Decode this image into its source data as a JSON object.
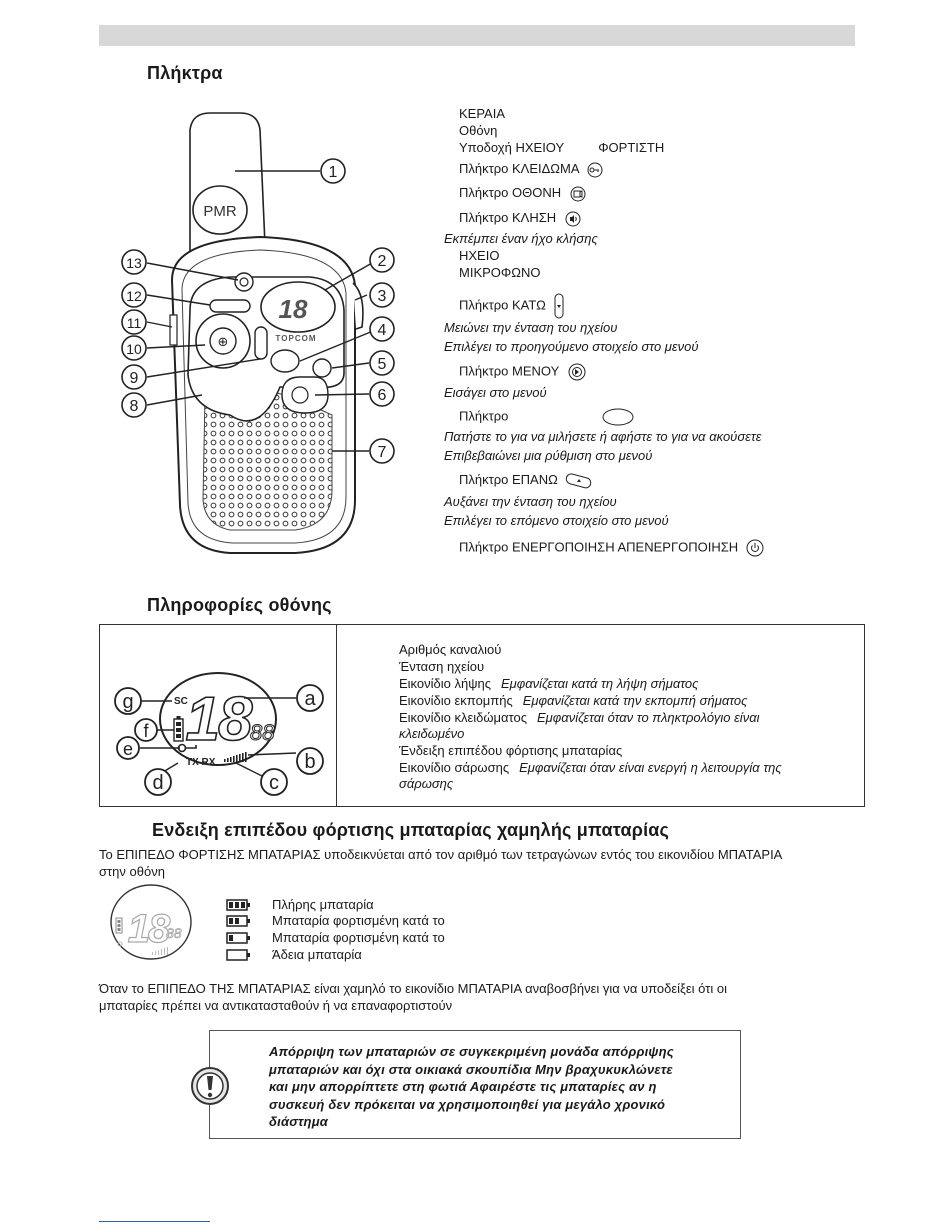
{
  "section_keys": {
    "title": "Πλήκτρα",
    "items": [
      {
        "text": "ΚΕΡΑΙΑ",
        "italic": false,
        "icon": ""
      },
      {
        "text": "Οθόνη",
        "italic": false,
        "icon": ""
      },
      {
        "text": "Υποδοχή ΗΧΕΙΟΥ",
        "text2": "ΦΟΡΤΙΣΤΗ",
        "italic": false,
        "icon": ""
      },
      {
        "text": "Πλήκτρο ΚΛΕΙΔΩΜΑ",
        "italic": false,
        "icon": "key-lock-icon"
      },
      {
        "text": "Πλήκτρο ΟΘΟΝΗ",
        "italic": false,
        "icon": "display-icon"
      },
      {
        "text": "Πλήκτρο ΚΛΗΣΗ",
        "italic": false,
        "icon": "call-icon"
      },
      {
        "text": "Εκπέμπει έναν ήχο κλήσης",
        "italic": true,
        "icon": ""
      },
      {
        "text": "ΗΧΕΙΟ",
        "italic": false,
        "icon": ""
      },
      {
        "text": "ΜΙΚΡΟΦΩΝΟ",
        "italic": false,
        "icon": ""
      },
      {
        "text": "Πλήκτρο ΚΑΤΩ",
        "italic": false,
        "icon": "down-key-icon"
      },
      {
        "text": "Μειώνει την ένταση του ηχείου",
        "italic": true,
        "icon": ""
      },
      {
        "text": "Επιλέγει το προηγούμενο στοιχείο στο μενού",
        "italic": true,
        "icon": ""
      },
      {
        "text": "Πλήκτρο ΜΕΝΟΥ",
        "italic": false,
        "icon": "menu-icon"
      },
      {
        "text": "Εισάγει στο μενού",
        "italic": true,
        "icon": ""
      },
      {
        "text": "Πλήκτρο",
        "italic": false,
        "icon": "ptt-oval-icon"
      },
      {
        "text": "Πατήστε το για να μιλήσετε ή αφήστε το για να ακούσετε",
        "italic": true,
        "icon": ""
      },
      {
        "text": "Επιβεβαιώνει μια ρύθμιση στο μενού",
        "italic": true,
        "icon": ""
      },
      {
        "text": "Πλήκτρο ΕΠΑΝΩ",
        "italic": false,
        "icon": "up-key-icon"
      },
      {
        "text": "Αυξάνει την ένταση του ηχείου",
        "italic": true,
        "icon": ""
      },
      {
        "text": "Επιλέγει το επόμενο στοιχείο στο μενού",
        "italic": true,
        "icon": ""
      },
      {
        "text": "Πλήκτρο ΕΝΕΡΓΟΠΟΙΗΣΗ ΑΠΕΝΕΡΓΟΠΟΙΗΣΗ",
        "italic": false,
        "icon": "power-icon"
      }
    ],
    "device": {
      "brand_pmr": "PMR",
      "brand_topcom": "TOPCOM",
      "display_digits": "18",
      "callouts": [
        "1",
        "2",
        "3",
        "4",
        "5",
        "6",
        "7",
        "8",
        "9",
        "10",
        "11",
        "12",
        "13"
      ]
    }
  },
  "section_display": {
    "title": "Πληροφορίες οθόνης",
    "diagram": {
      "sc": "SC",
      "digits": "18",
      "small_digits": "88",
      "txrx": "TX RX",
      "letters": [
        "a",
        "b",
        "c",
        "d",
        "e",
        "f",
        "g"
      ]
    },
    "items": [
      {
        "label": "Αριθμός καναλιού",
        "note": ""
      },
      {
        "label": "Ένταση ηχείου",
        "note": ""
      },
      {
        "label": "Εικονίδιο λήψης",
        "note": "Εμφανίζεται κατά τη λήψη σήματος"
      },
      {
        "label": "Εικονίδιο εκπομπής",
        "note": "Εμφανίζεται κατά την εκπομπή σήματος"
      },
      {
        "label": "Εικονίδιο κλειδώματος",
        "note": "Εμφανίζεται όταν το πληκτρολόγιο είναι"
      },
      {
        "label": "",
        "note": "κλειδωμένο"
      },
      {
        "label": "Ένδειξη επιπέδου φόρτισης μπαταρίας",
        "note": ""
      },
      {
        "label": "Εικονίδιο σάρωσης",
        "note": "Εμφανίζεται όταν είναι ενεργή η λειτουργία της"
      },
      {
        "label": "",
        "note": "σάρωσης"
      }
    ]
  },
  "section_battery": {
    "title": "Ενδειξη επιπέδου φόρτισης μπαταρίας χαμηλής μπαταρίας",
    "intro_line1": "Το ΕΠΙΠΕΔΟ ΦΟΡΤΙΣΗΣ ΜΠΑΤΑΡΙΑΣ υποδεικνύεται από τον αριθμό των τετραγώνων εντός του εικονιδίου ΜΠΑΤΑΡΙΑ",
    "intro_line2": "στην οθόνη",
    "display_digits": "18",
    "display_small": "88",
    "levels": [
      {
        "label": "Πλήρης μπαταρία",
        "bars": 3
      },
      {
        "label": "Μπαταρία φορτισμένη κατά το",
        "bars": 2
      },
      {
        "label": "Μπαταρία φορτισμένη κατά το",
        "bars": 1
      },
      {
        "label": "Άδεια μπαταρία",
        "bars": 0
      }
    ],
    "low_line1": "Όταν το ΕΠΙΠΕΔΟ ΤΗΣ ΜΠΑΤΑΡΙΑΣ είναι χαμηλό  το εικονίδιο ΜΠΑΤΑΡΙΑ αναβοσβήνει για να υποδείξει ότι οι",
    "low_line2": "μπαταρίες πρέπει να αντικατασταθούν ή να επαναφορτιστούν"
  },
  "warning": {
    "lines": [
      "Απόρριψη των μπαταριών σε συγκεκριμένη μονάδα απόρριψης",
      "μπαταριών και όχι στα οικιακά σκουπίδια  Μην βραχυκυκλώνετε",
      "και μην απορρίπτετε στη φωτιά  Αφαιρέστε τις μπαταρίες αν η",
      "συσκευή δεν πρόκειται να χρησιμοποιηθεί για μεγάλο χρονικό",
      "διάστημα"
    ]
  },
  "colors": {
    "rule": "#333333",
    "topbar": "#d8d8d8",
    "link": "#2f5fb3"
  }
}
